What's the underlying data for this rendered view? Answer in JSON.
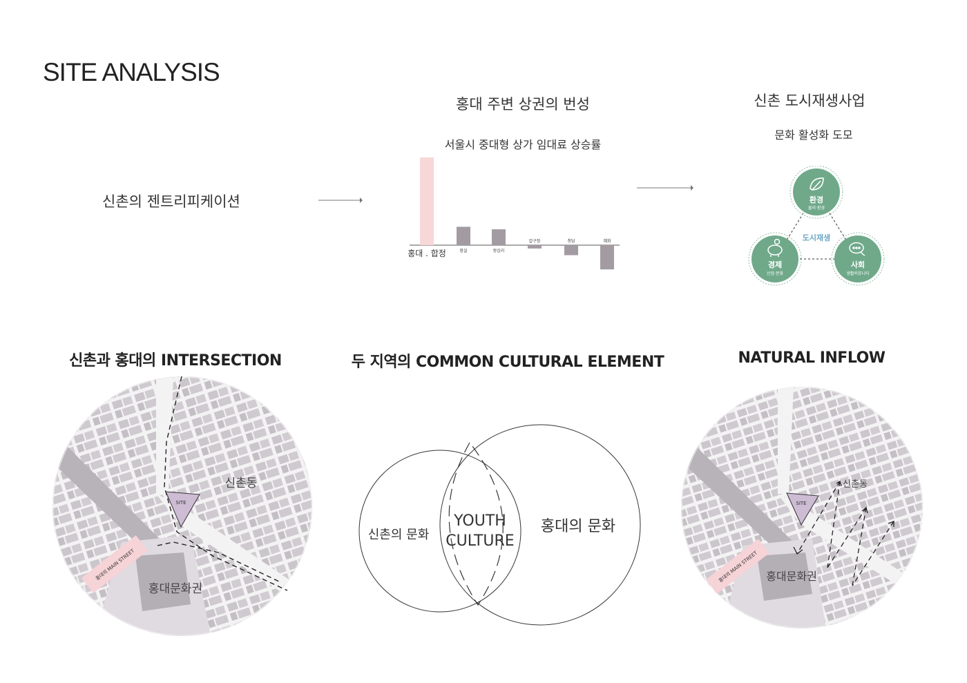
{
  "header": {
    "title": "SITE ANALYSIS"
  },
  "flow": {
    "left_label": "신촌의 젠트리피케이션",
    "middle_title": "홍대 주변 상권의 번성",
    "right_title": "신촌 도시재생사업",
    "right_subtitle": "문화 활성화 도모"
  },
  "chart_data": {
    "type": "bar",
    "title": "서울시 중대형 상가 임대료 상승률",
    "categories": [
      "홍대 . 합정",
      "잠실",
      "왕십리",
      "압구정",
      "청담",
      "혜화"
    ],
    "values": [
      10.5,
      2.2,
      1.9,
      -0.4,
      -1.2,
      -2.9
    ],
    "xlabel": "",
    "ylabel": "",
    "ylim": [
      -3.5,
      11
    ],
    "highlight_color": "#f8d7d9",
    "bar_color": "#a39ba2"
  },
  "regen": {
    "center": "도시재생",
    "nodes": [
      {
        "title": "환경",
        "sub": "물리·환경",
        "icon": "leaf-icon"
      },
      {
        "title": "경제",
        "sub": "산업·문화",
        "icon": "piggy-bank-icon"
      },
      {
        "title": "사회",
        "sub": "생활커뮤니티",
        "icon": "chat-bubbles-icon"
      }
    ],
    "node_color": "#6fa98a",
    "center_color": "#6aa6c4"
  },
  "sections": {
    "left_title": "신촌과 홍대의 INTERSECTION",
    "middle_title": "두 지역의 COMMON CULTURAL ELEMENT",
    "right_title": "NATURAL INFLOW"
  },
  "map_left": {
    "site": "SITE",
    "street": "홍대의 MAIN STREET",
    "area_a": "신촌동",
    "area_b": "홍대문화권"
  },
  "venn": {
    "left": "신촌의 문화",
    "right": "홍대의 문화",
    "center_line1": "YOUTH",
    "center_line2": "CULTURE"
  },
  "map_right": {
    "site": "SITE",
    "street": "홍대의 MAIN STREET",
    "area_a": "신촌동",
    "area_b": "홍대문화권"
  }
}
